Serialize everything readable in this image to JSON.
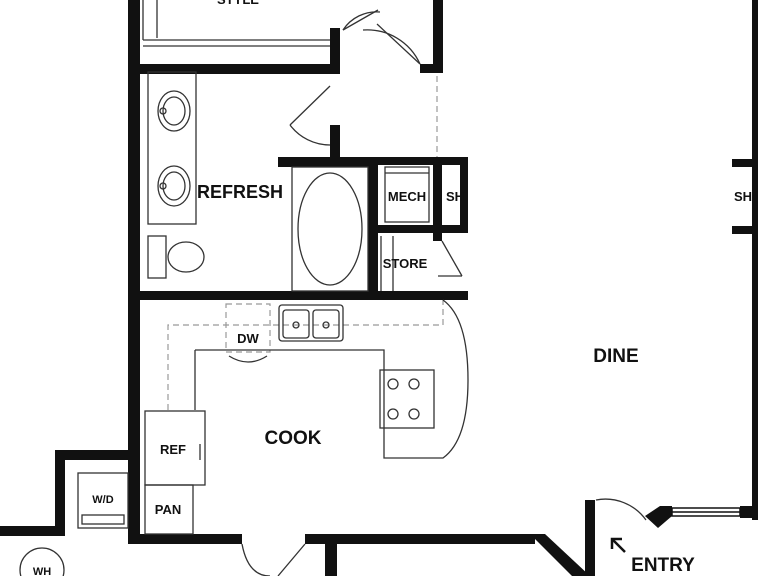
{
  "rooms": {
    "style": "STYLE",
    "refresh": "REFRESH",
    "mech": "MECH",
    "sh_left": "SH",
    "sh_right": "SH",
    "store": "STORE",
    "dine": "DINE",
    "cook": "COOK",
    "dw": "DW",
    "ref": "REF",
    "wd": "W/D",
    "pan": "PAN",
    "wh": "WH",
    "entry": "ENTRY"
  },
  "colors": {
    "wall": "#111111",
    "fixture": "#333333",
    "dashed": "#999999"
  }
}
